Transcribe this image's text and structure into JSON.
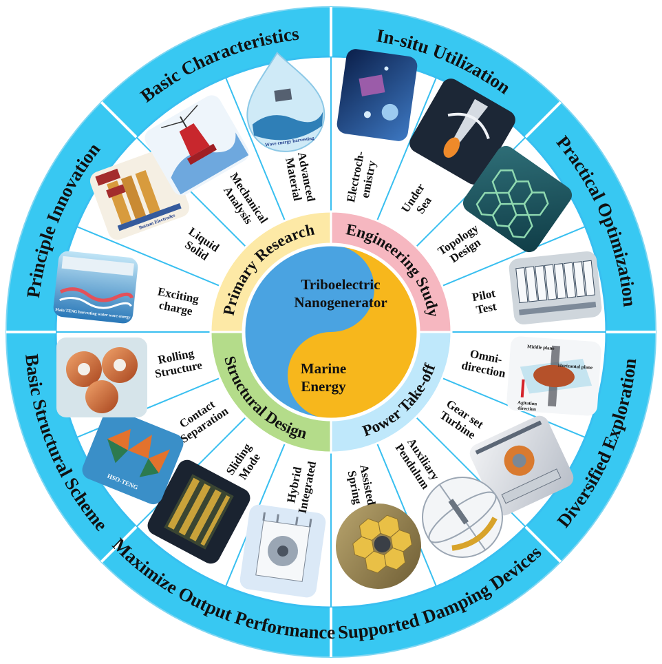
{
  "center": {
    "top_label": [
      "Triboelectric",
      "Nanogenerator"
    ],
    "bottom_label": [
      "Marine",
      "Energy"
    ]
  },
  "quadrants": [
    {
      "name": "Primary Research",
      "color": "#fde9a6",
      "outer": [
        "Principle Innovation",
        "Basic Characteristics"
      ],
      "segments": [
        {
          "label": [
            "Exciting",
            "charge"
          ],
          "icon": "charge-wave-image"
        },
        {
          "label": [
            "Liquid",
            "Solid"
          ],
          "icon": "electrode-stack-image"
        },
        {
          "label": [
            "Mechanical",
            "Analysis"
          ],
          "icon": "buoy-force-image"
        },
        {
          "label": [
            "Advanced",
            "Material"
          ],
          "icon": "water-drop-image"
        }
      ]
    },
    {
      "name": "Engineering Study",
      "color": "#f6b7c0",
      "outer": [
        "In-situ Utilization",
        "Practical Optimization"
      ],
      "segments": [
        {
          "label": [
            "Electroch-",
            "emistry"
          ],
          "icon": "underwater-device-image"
        },
        {
          "label": [
            "Under",
            "Sea"
          ],
          "icon": "sea-vehicle-image"
        },
        {
          "label": [
            "Topology",
            "Design"
          ],
          "icon": "hexagon-network-image"
        },
        {
          "label": [
            "Pilot",
            "Test"
          ],
          "icon": "pilot-array-image"
        }
      ]
    },
    {
      "name": "Power Take-off",
      "color": "#bfe8fb",
      "outer": [
        "Diversified Exploration",
        "Supported Damping Devices"
      ],
      "segments": [
        {
          "label": [
            "Omni-",
            "direction"
          ],
          "icon": "omni-device-image"
        },
        {
          "label": [
            "Gear set",
            "Turbine"
          ],
          "icon": "gear-turbine-image"
        },
        {
          "label": [
            "Auxiliary",
            "Pendulum"
          ],
          "icon": "pendulum-cage-image"
        },
        {
          "label": [
            "Assisted",
            "Spring"
          ],
          "icon": "hexagon-spring-image"
        }
      ]
    },
    {
      "name": "Structural Design",
      "color": "#b4dc8a",
      "outer": [
        "Maximize Output Performance",
        "Basic Structural Scheme"
      ],
      "segments": [
        {
          "label": [
            "Hybrid",
            "Integrated"
          ],
          "icon": "hybrid-device-image"
        },
        {
          "label": [
            "Sliding",
            "Mode"
          ],
          "icon": "sliding-cylinder-image"
        },
        {
          "label": [
            "Contact",
            "Separation"
          ],
          "icon": "contact-fan-image"
        },
        {
          "label": [
            "Rolling",
            "Structure"
          ],
          "icon": "rolling-spheres-image"
        }
      ]
    }
  ],
  "image_texts": {
    "water_drop": "Wave energy harvesting",
    "charge_wave": "Main TENG harvesting water wave energy",
    "electrode": "Bottom Electrodes",
    "contact_fan": "HSO-TENG",
    "omni_middle": "Middle plane",
    "omni_horizontal": "Horizontal plane",
    "omni_agitation": [
      "Agitation",
      "direction"
    ]
  },
  "colors": {
    "outer_ring": "#38c8f2",
    "segment_ring": "#ffffff",
    "divider": "#38bff0",
    "core_blue": "#4aa3e1",
    "core_gold": "#f7b71c"
  }
}
